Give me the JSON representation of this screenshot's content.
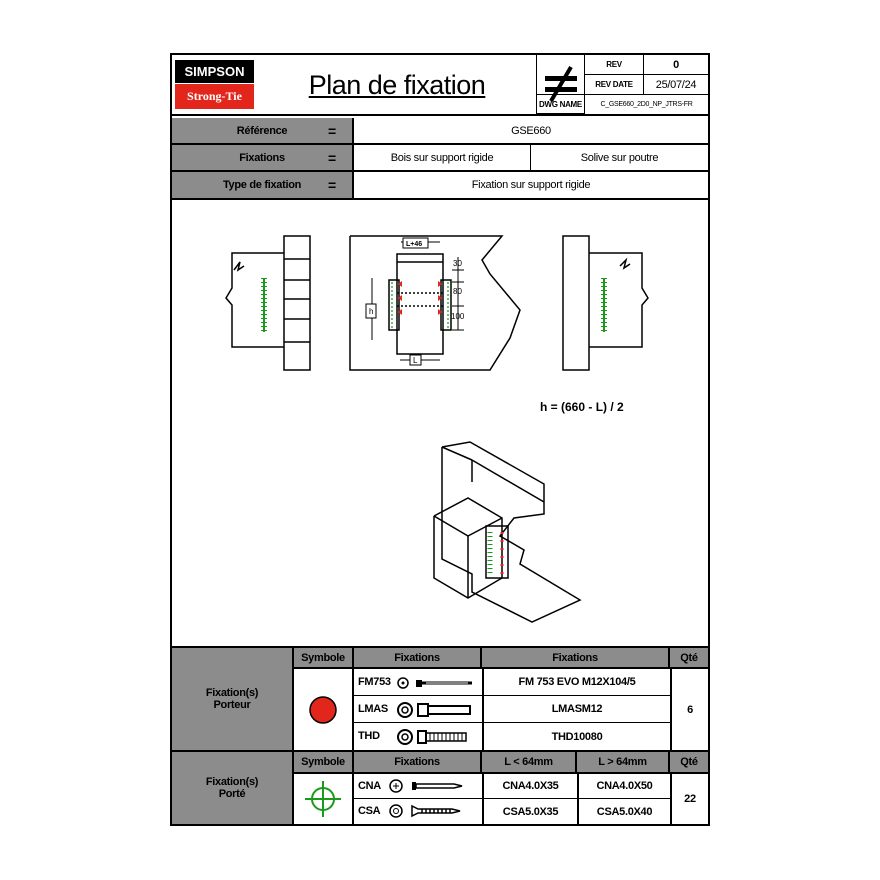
{
  "header": {
    "logo_top": "SIMPSON",
    "logo_bottom": "Strong-Tie",
    "title": "Plan de fixation",
    "rev_label": "REV",
    "rev_value": "0",
    "rev_date_label": "REV DATE",
    "rev_date_value": "25/07/24",
    "dwg_name_label": "DWG NAME",
    "dwg_name_value": "C_GSE660_2D0_NP_JTRS-FR"
  },
  "info": {
    "reference_label": "Référence",
    "reference_value": "GSE660",
    "fixations_label": "Fixations",
    "fixations_value_1": "Bois sur support rigide",
    "fixations_value_2": "Solive sur poutre",
    "type_label": "Type de fixation",
    "type_value": "Fixation sur support rigide",
    "equals": "="
  },
  "drawing": {
    "dim_width": "L+46",
    "dim_30": "30",
    "dim_80": "80",
    "dim_100": "100",
    "dim_h": "h",
    "dim_L": "L",
    "formula": "h = (660 - L) / 2"
  },
  "porteur": {
    "label_line1": "Fixation(s)",
    "label_line2": "Porteur",
    "header_symbole": "Symbole",
    "header_fixations": "Fixations",
    "header_fixations_2": "Fixations",
    "header_qte": "Qté",
    "rows": [
      {
        "code": "FM753",
        "product": "FM 753 EVO M12X104/5"
      },
      {
        "code": "LMAS",
        "product": "LMASM12"
      },
      {
        "code": "THD",
        "product": "THD10080"
      }
    ],
    "qte": "6",
    "symbol_color": "#e3261c"
  },
  "porte": {
    "label_line1": "Fixation(s)",
    "label_line2": "Porté",
    "header_symbole": "Symbole",
    "header_fixations": "Fixations",
    "header_l_small": "L < 64mm",
    "header_l_large": "L > 64mm",
    "header_qte": "Qté",
    "rows": [
      {
        "code": "CNA",
        "small": "CNA4.0X35",
        "large": "CNA4.0X50"
      },
      {
        "code": "CSA",
        "small": "CSA5.0X35",
        "large": "CSA5.0X40"
      }
    ],
    "qte": "22",
    "symbol_color": "#1a9a1a"
  }
}
